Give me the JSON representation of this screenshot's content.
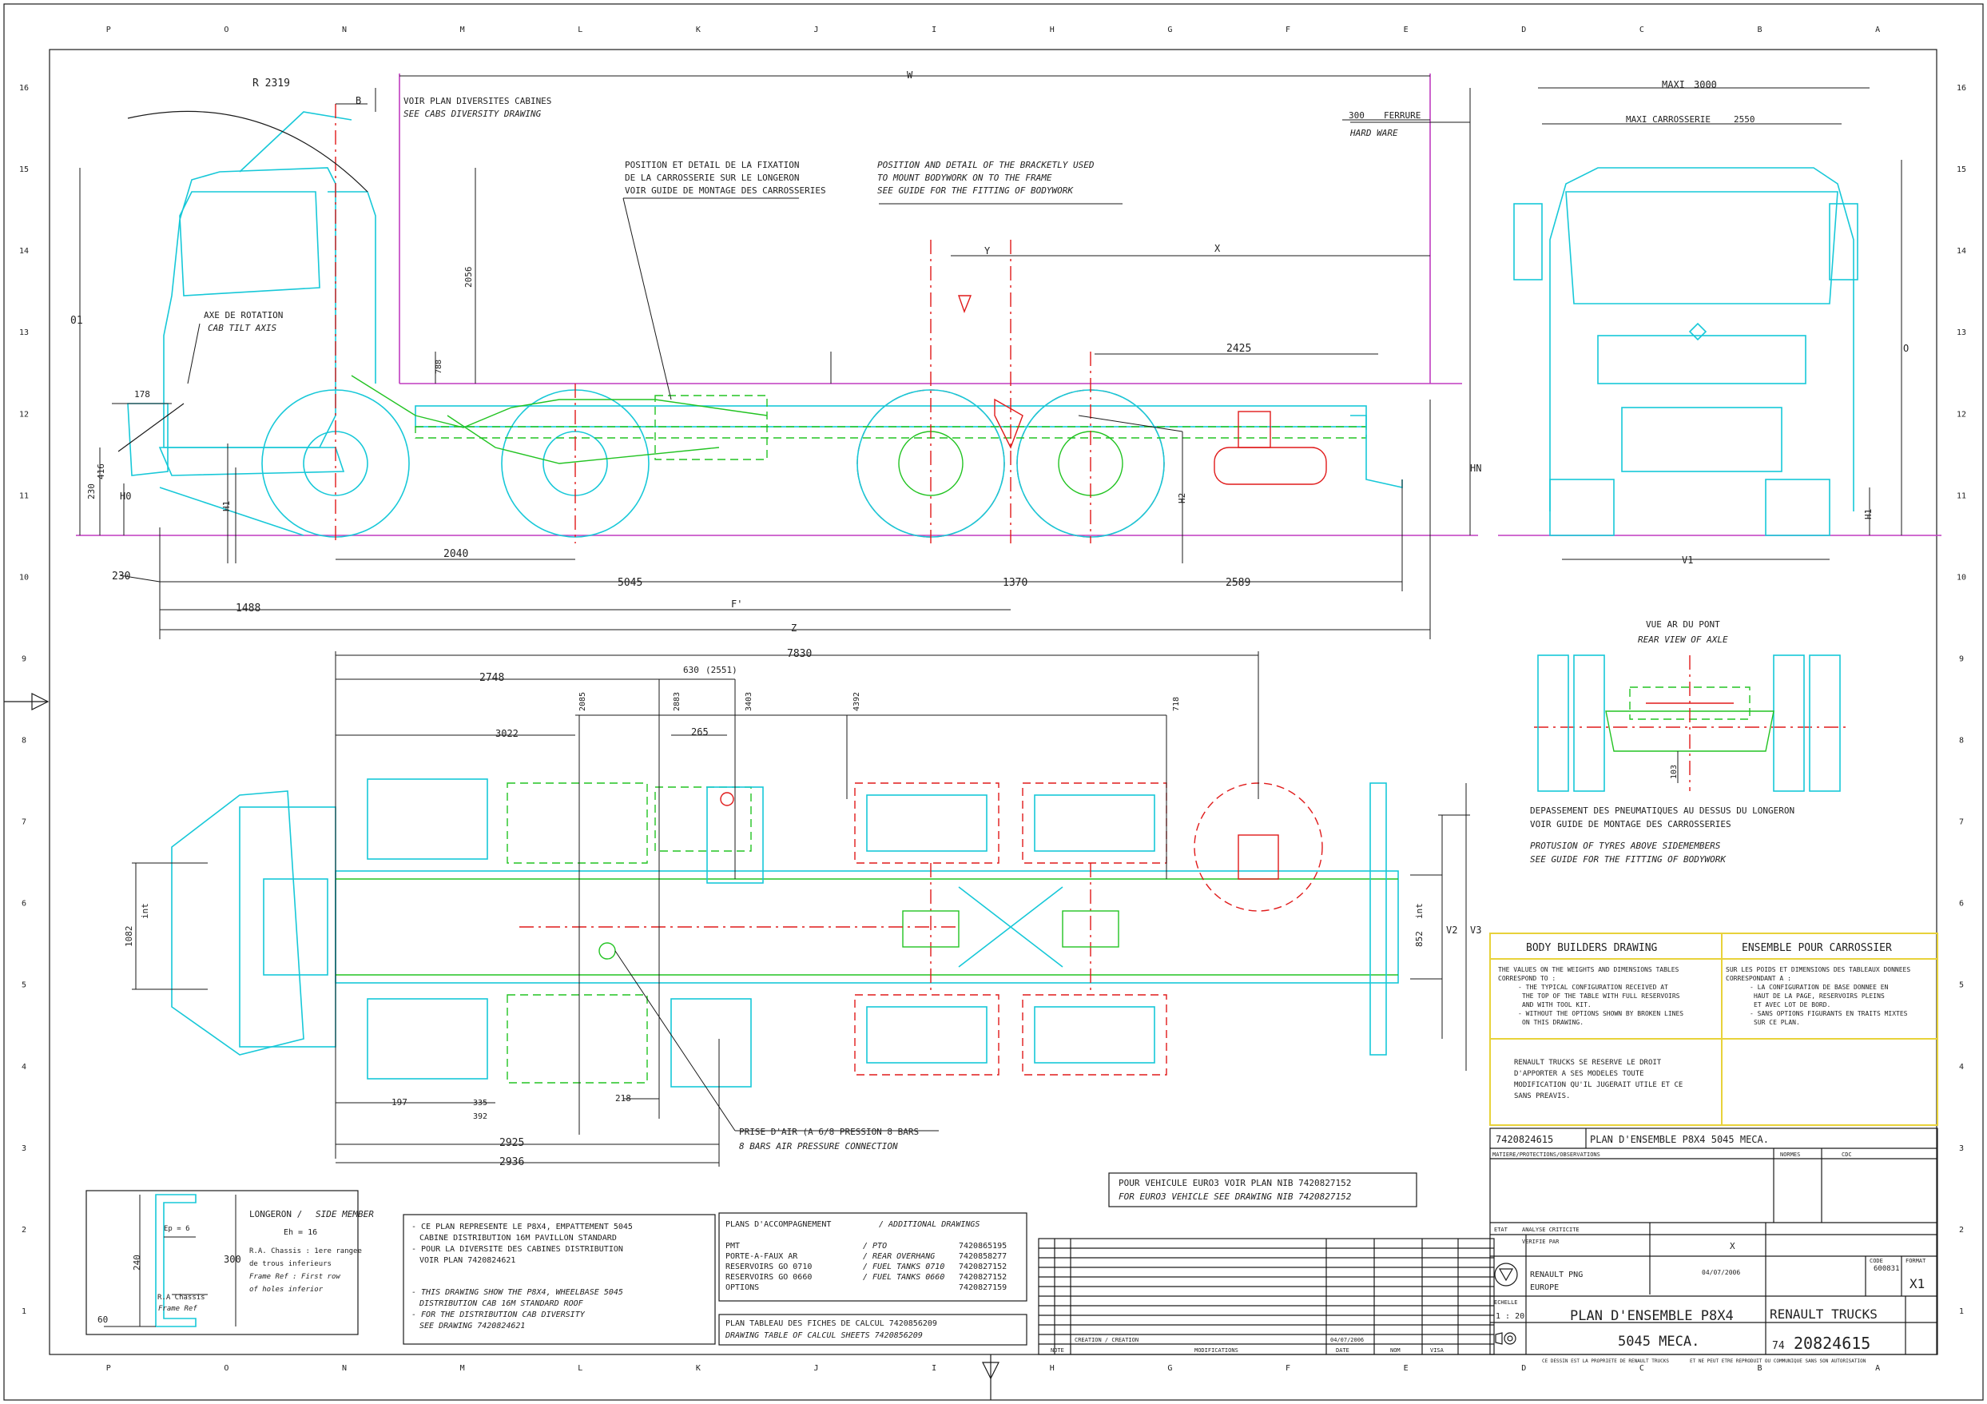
{
  "border": {
    "top_letters": [
      "P",
      "O",
      "N",
      "M",
      "L",
      "K",
      "J",
      "I",
      "H",
      "G",
      "F",
      "E",
      "D",
      "C",
      "B",
      "A"
    ],
    "side_numbers": [
      "16",
      "15",
      "14",
      "13",
      "12",
      "11",
      "10",
      "9",
      "8",
      "7",
      "6",
      "5",
      "4",
      "3",
      "2",
      "1"
    ]
  },
  "side_view": {
    "r_label": "R 2319",
    "b_label": "B",
    "w_label": "W",
    "cabs_fr": "VOIR PLAN DIVERSITES CABINES",
    "cabs_en": "SEE CABS DIVERSITY DRAWING",
    "fix_fr_1": "POSITION ET DETAIL DE LA FIXATION",
    "fix_fr_2": "DE LA CARROSSERIE SUR LE LONGERON",
    "fix_fr_3": "VOIR GUIDE DE MONTAGE DES CARROSSERIES",
    "fix_en_1": "POSITION AND DETAIL OF THE BRACKETLY USED",
    "fix_en_2": "TO MOUNT BODYWORK ON TO THE FRAME",
    "fix_en_3": "SEE GUIDE FOR THE FITTING OF BODYWORK",
    "ferrure_num": "300",
    "ferrure_fr": "FERRURE",
    "ferrure_en": "HARD WARE",
    "axis_fr": "AXE DE ROTATION",
    "axis_en": "CAB TILT AXIS",
    "y_label": "Y",
    "x_label": "X",
    "d2425": "2425",
    "d2056": "2056",
    "d01": "01",
    "d178": "178",
    "d788": "788",
    "d230a": "230",
    "d416": "416",
    "h0": "H0",
    "h1": "H1",
    "h2": "H2",
    "hn": "HN",
    "d230": "230",
    "d1488": "1488",
    "d2040": "2040",
    "d5045": "5045",
    "d1370": "1370",
    "d2589": "2589",
    "f_label": "F'",
    "z_label": "Z"
  },
  "front_view": {
    "maxi_label": "MAXI",
    "maxi_val": "3000",
    "carr_label": "MAXI CARROSSERIE",
    "carr_val": "2550",
    "o_label": "O",
    "h1_label": "H1",
    "v1_label": "V1"
  },
  "rear_axle": {
    "title_fr": "VUE AR DU PONT",
    "title_en": "REAR VIEW OF AXLE",
    "dim": "103",
    "note_fr_1": "DEPASSEMENT DES PNEUMATIQUES AU DESSUS DU LONGERON",
    "note_fr_2": "VOIR GUIDE DE MONTAGE DES CARROSSERIES",
    "note_en_1": "PROTUSION OF TYRES ABOVE SIDEMEMBERS",
    "note_en_2": "SEE GUIDE FOR THE FITTING OF BODYWORK"
  },
  "top_view": {
    "d7830": "7830",
    "d2748": "2748",
    "d630": "630",
    "d2551": "(2551)",
    "d3022": "3022",
    "d265": "265",
    "v2085": "2085",
    "v2883": "2883",
    "v3403": "3403",
    "v4392": "4392",
    "v718": "718",
    "d1082": "1082",
    "d852": "852",
    "int": "int",
    "v2": "V2",
    "v3": "V3",
    "d197": "197",
    "d335": "335",
    "d392": "392",
    "d218": "218",
    "d2925": "2925",
    "d2936": "2936",
    "air_fr": "PRISE D'AIR (A 6/8 PRESSION 8 BARS",
    "air_en": "8 BARS AIR PRESSURE CONNECTION"
  },
  "builders": {
    "title_en": "BODY BUILDERS DRAWING",
    "title_fr": "ENSEMBLE POUR CARROSSIER",
    "en_1": "THE VALUES ON THE WEIGHTS AND DIMENSIONS TABLES",
    "en_2": "CORRESPOND TO :",
    "en_3": "- THE TYPICAL CONFIGURATION RECEIVED AT",
    "en_4": "THE TOP OF THE TABLE WITH FULL RESERVOIRS",
    "en_5": "AND WITH TOOL KIT.",
    "en_6": "- WITHOUT THE OPTIONS SHOWN BY BROKEN LINES",
    "en_7": "ON THIS DRAWING.",
    "fr_1": "SUR LES POIDS ET DIMENSIONS DES TABLEAUX DONNEES",
    "fr_2": "CORRESPONDANT A :",
    "fr_3": "- LA CONFIGURATION DE BASE DONNEE EN",
    "fr_4": "HAUT DE LA PAGE, RESERVOIRS PLEINS",
    "fr_5": "ET AVEC LOT DE BORD.",
    "fr_6": "- SANS OPTIONS FIGURANTS EN TRAITS MIXTES",
    "fr_7": "SUR CE PLAN.",
    "rt_1": "RENAULT TRUCKS SE RESERVE LE DROIT",
    "rt_2": "D'APPORTER A SES MODELES TOUTE",
    "rt_3": "MODIFICATION QU'IL JUGERAIT UTILE ET CE",
    "rt_4": "SANS PREAVIS."
  },
  "euro3": {
    "fr": "POUR VEHICULE EURO3 VOIR PLAN NIB 7420827152",
    "en": "FOR EURO3 VEHICLE SEE DRAWING NIB 7420827152"
  },
  "longeron": {
    "title_fr": "LONGERON /",
    "title_en": "SIDE MEMBER",
    "ep": "Ep = 6",
    "eh": "Eh = 16",
    "h240": "240",
    "w60": "60",
    "d300": "300",
    "l1": "R.A. Chassis : 1ere rangee",
    "l2": "de trous inferieurs",
    "l3": "Frame Ref : First row",
    "l4": "of holes inferior",
    "ref_fr": "R.A Chassis",
    "ref_en": "Frame Ref"
  },
  "notes": {
    "fr_1": "- CE PLAN REPRESENTE LE P8X4, EMPATTEMENT 5045",
    "fr_2": "CABINE DISTRIBUTION 16M PAVILLON STANDARD",
    "fr_3": "- POUR LA DIVERSITE DES CABINES DISTRIBUTION",
    "fr_4": "VOIR PLAN 7420824621",
    "en_1": "- THIS DRAWING SHOW THE P8X4, WHEELBASE 5045",
    "en_2": "DISTRIBUTION CAB 16M STANDARD ROOF",
    "en_3": "- FOR THE DISTRIBUTION CAB DIVERSITY",
    "en_4": "SEE DRAWING 7420824621"
  },
  "plans": {
    "title_fr": "PLANS D'ACCOMPAGNEMENT",
    "title_en": "/ ADDITIONAL DRAWINGS",
    "rows": [
      {
        "fr": "PMT",
        "en": "/ PTO",
        "num": "7420865195",
        "en2": "",
        "num2": ""
      },
      {
        "fr": "PORTE-A-FAUX AR",
        "en": "/ REAR OVERHANG",
        "num": "7420858277",
        "en2": "",
        "num2": ""
      },
      {
        "fr": "RESERVOIRS GO 0710",
        "en": "/ FUEL TANKS 0710",
        "num": "7420827152",
        "en2": "",
        "num2": ""
      },
      {
        "fr": "RESERVOIRS GO 0660",
        "en": "/ FUEL TANKS 0660",
        "num": "7420827152",
        "en2": "",
        "num2": ""
      },
      {
        "fr": "OPTIONS",
        "en": "",
        "num": "7420827159",
        "en2": "",
        "num2": ""
      }
    ],
    "calc_fr": "PLAN TABLEAU DES FICHES DE CALCUL  7420856209",
    "calc_en": "DRAWING TABLE OF CALCUL SHEETS  7420856209"
  },
  "title_block": {
    "ref": "7420824615",
    "title_small": "PLAN D'ENSEMBLE P8X4 5045 MECA.",
    "materials": "MATIERE/PROTECTIONS/OBSERVATIONS",
    "normes": "NORMES",
    "cdc": "CDC",
    "etat": "ETAT",
    "analyse": "ANALYSE CRITICITE",
    "verifie": "VERIFIE PAR",
    "x_mark": "X",
    "renault_png": "RENAULT PNG",
    "europe": "EUROPE",
    "code": "CODE",
    "code_val": "600831",
    "format": "FORMAT",
    "x1": "X1",
    "echelle": "ECHELLE",
    "scale": "1 : 20",
    "date": "04/07/2006",
    "main_title_1": "PLAN D'ENSEMBLE P8X4",
    "main_title_2": "5045 MECA.",
    "company": "RENAULT TRUCKS",
    "drawing_no_prefix": "74",
    "drawing_no": "20824615",
    "note": "CE DESSIN EST LA PROPRIETE DE RENAULT TRUCKS",
    "note2": "ET NE PEUT ETRE REPRODUIT OU COMMUNIQUE SANS SON AUTORISATION",
    "rev_date": "04/07/2006",
    "rev_nom": "NOM",
    "rev_date_h": "DATE",
    "rev_visa": "VISA",
    "rev_note": "NOTE",
    "rev_mod": "MODIFICATIONS",
    "creation": "CREATION / CREATION"
  }
}
